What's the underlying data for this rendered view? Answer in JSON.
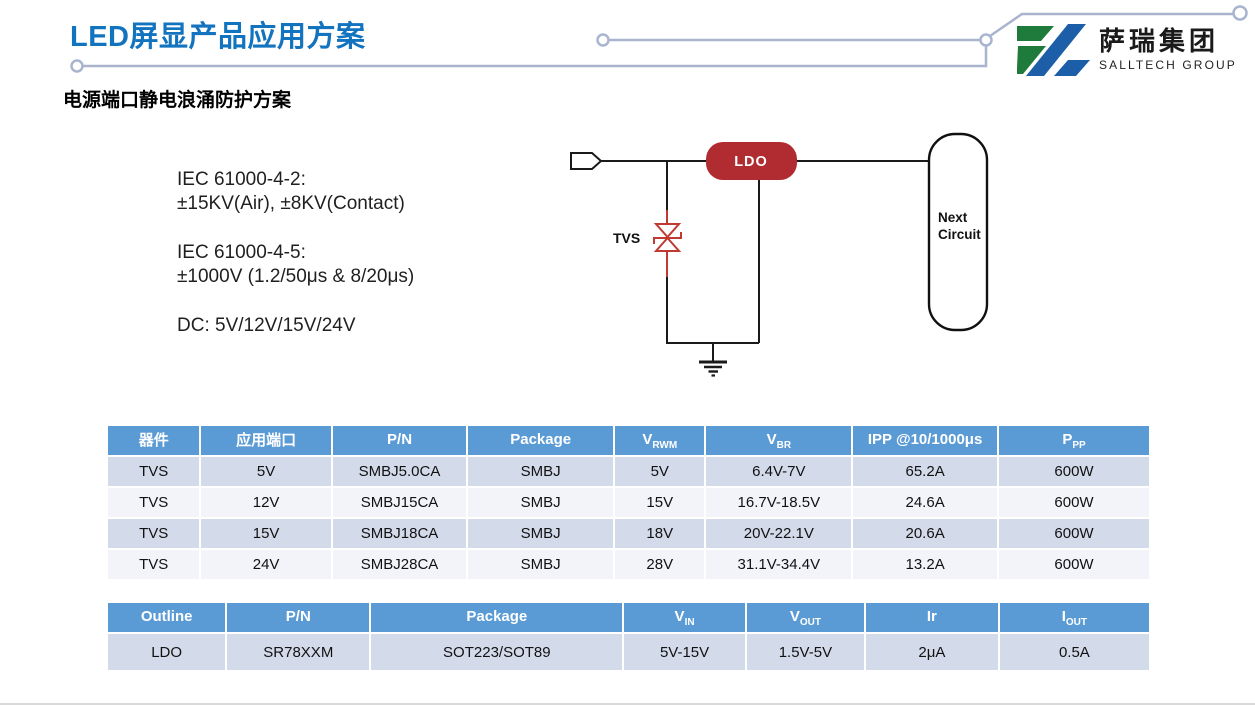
{
  "page": {
    "title": "LED屏显产品应用方案",
    "subtitle": "电源端口静电浪涌防护方案"
  },
  "logo": {
    "company_cn": "萨瑞集团",
    "company_en": "SALLTECH GROUP",
    "colors": {
      "green": "#1E7B3C",
      "blue": "#1C5FA8"
    }
  },
  "specs": {
    "lines": [
      "IEC 61000-4-2:",
      "±15KV(Air), ±8KV(Contact)",
      "IEC 61000-4-5:",
      "±1000V  (1.2/50μs & 8/20μs)",
      "DC:  5V/12V/15V/24V"
    ]
  },
  "circuit": {
    "tvs_label": "TVS",
    "ldo_label": "LDO",
    "next_line1": "Next",
    "next_line2": "Circuit",
    "colors": {
      "ldo_fill": "#B02C31",
      "tvs_red": "#C13A32",
      "wire": "#1a1a1a"
    }
  },
  "tvs_table": {
    "headers": [
      {
        "main": "器件",
        "sub": ""
      },
      {
        "main": "应用端口",
        "sub": ""
      },
      {
        "main": "P/N",
        "sub": ""
      },
      {
        "main": "Package",
        "sub": ""
      },
      {
        "main": "V",
        "sub": "RWM"
      },
      {
        "main": "V",
        "sub": "BR"
      },
      {
        "main": "IPP @10/1000μs",
        "sub": ""
      },
      {
        "main": "P",
        "sub": "PP"
      }
    ],
    "rows": [
      [
        "TVS",
        "5V",
        "SMBJ5.0CA",
        "SMBJ",
        "5V",
        "6.4V-7V",
        "65.2A",
        "600W"
      ],
      [
        "TVS",
        "12V",
        "SMBJ15CA",
        "SMBJ",
        "15V",
        "16.7V-18.5V",
        "24.6A",
        "600W"
      ],
      [
        "TVS",
        "15V",
        "SMBJ18CA",
        "SMBJ",
        "18V",
        "20V-22.1V",
        "20.6A",
        "600W"
      ],
      [
        "TVS",
        "24V",
        "SMBJ28CA",
        "SMBJ",
        "28V",
        "31.1V-34.4V",
        "13.2A",
        "600W"
      ]
    ]
  },
  "ldo_table": {
    "headers": [
      {
        "main": "Outline",
        "sub": ""
      },
      {
        "main": "P/N",
        "sub": ""
      },
      {
        "main": "Package",
        "sub": ""
      },
      {
        "main": "V",
        "sub": "IN"
      },
      {
        "main": "V",
        "sub": "OUT"
      },
      {
        "main": "Ir",
        "sub": ""
      },
      {
        "main": "I",
        "sub": "OUT"
      }
    ],
    "rows": [
      [
        "LDO",
        "SR78XXM",
        "SOT223/SOT89",
        "5V-15V",
        "1.5V-5V",
        "2μA",
        "0.5A"
      ]
    ]
  },
  "theme": {
    "title_blue": "#1273BE",
    "table_header_blue": "#5B9BD5",
    "row_band": "#D3DBEB",
    "row_alt": "#F2F4FA",
    "accent_line": "#A9B5CE"
  }
}
